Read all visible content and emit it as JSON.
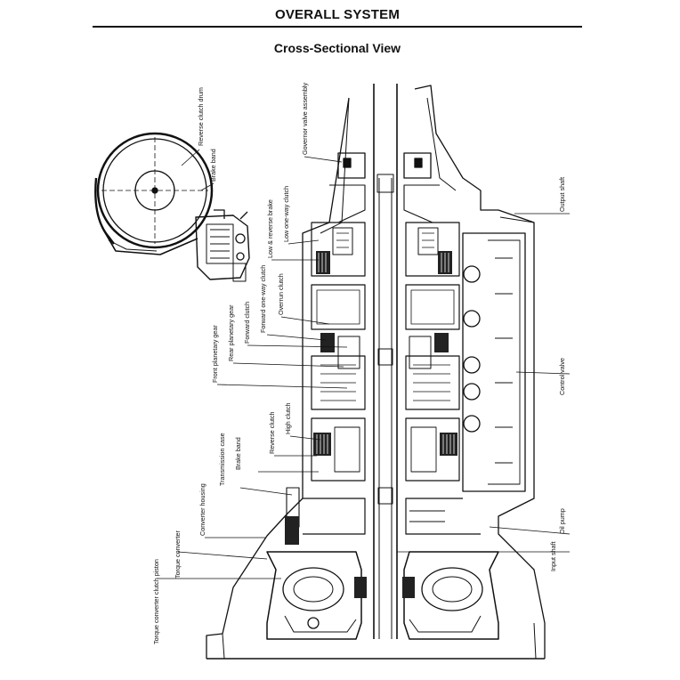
{
  "header": {
    "title": "OVERALL SYSTEM",
    "subtitle": "Cross-Sectional View"
  },
  "labels": {
    "reverse_clutch_drum": "Reverse clutch drum",
    "brake_band_inset": "Brake band",
    "governor_valve_assembly": "Governor valve assembly",
    "low_one_way_clutch": "Low one-way clutch",
    "low_reverse_brake": "Low & reverse brake",
    "overrun_clutch": "Overrun clutch",
    "forward_one_way_clutch": "Forward one-way clutch",
    "forward_clutch": "Forward clutch",
    "rear_planetary_gear": "Rear planetary gear",
    "front_planetary_gear": "Front planetary gear",
    "high_clutch": "High clutch",
    "reverse_clutch": "Reverse clutch",
    "transmission_case": "Transmission case",
    "brake_band": "Brake band",
    "converter_housing": "Converter housing",
    "torque_converter": "Torque converter",
    "torque_converter_clutch_piston": "Torque converter clutch piston",
    "output_shaft": "Output shaft",
    "control_valve": "Control valve",
    "oil_pump": "Oil pump",
    "input_shaft": "Input shaft"
  }
}
